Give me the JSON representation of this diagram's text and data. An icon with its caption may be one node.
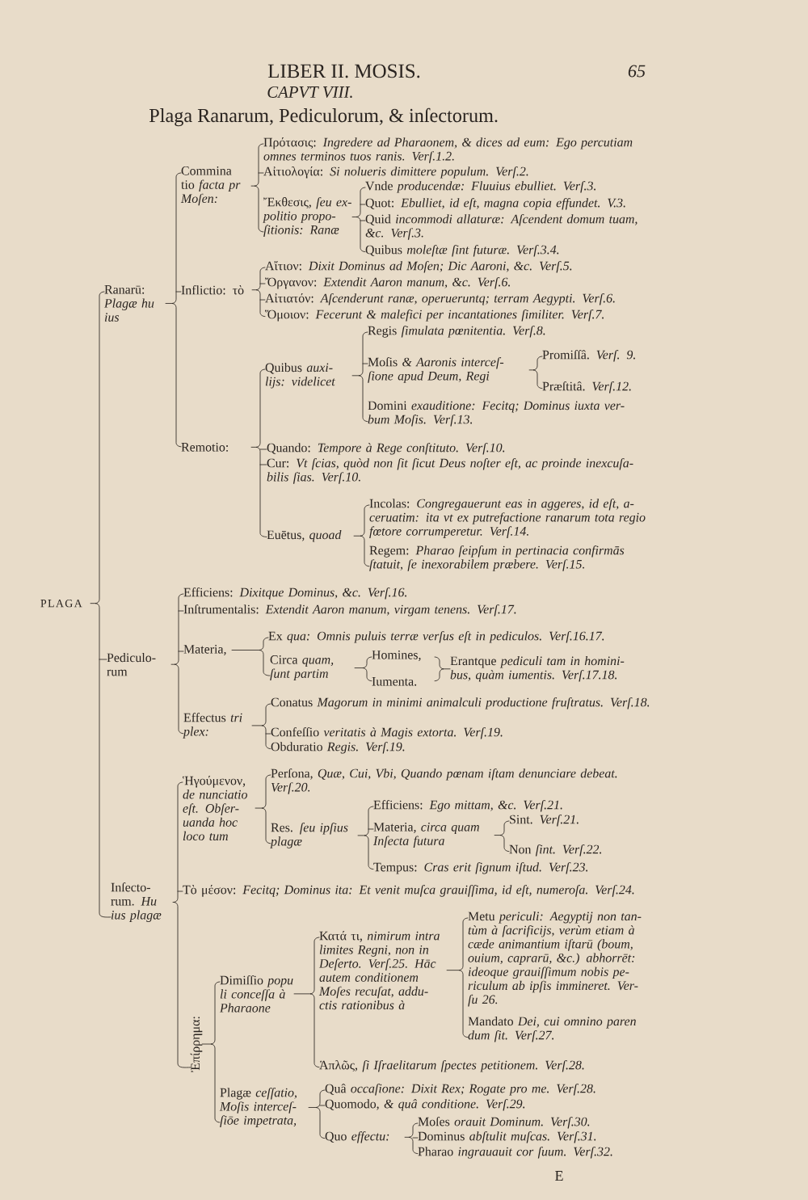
{
  "diagram": {
    "title": "Plaga Ranarum, Pediculorum, & inſectorum.",
    "nodes": [
      {
        "text": [
          "PLAGA"
        ]
      },
      {
        "text": [
          "Ranarū: *Plagæ hu ius*"
        ]
      },
      {
        "text": [
          "Commina tio *facta pr Moſen:*"
        ]
      },
      {
        "text": [
          "Πρότασις: *Ingredere ad Pharaonem, & dices ad eum: Ego percutiam omnes terminos tuos ranis. Verſ.1.2.*"
        ]
      },
      {
        "text": [
          "Αἰτιολογία: *Si nolueris dimittere populum. Verſ.2.*"
        ]
      },
      {
        "text": [
          "Ἔκθεσις, *ſeu ex- politio propo- ſitionis: Ranæ*"
        ]
      },
      {
        "text": [
          "Vnde *producendæ: Fluuius ebulliet. Verſ.3.*"
        ]
      },
      {
        "text": [
          "Quot: *Ebulliet, id eſt, magna copia effundet. V.3.*"
        ]
      },
      {
        "text": [
          "Quid *incommodi allaturæ: Aſcendent domum tuam, &c. Verſ.3.*"
        ]
      },
      {
        "text": [
          "Quibus *moleſtæ ſint futuræ. Verſ.3.4.*"
        ]
      },
      {
        "text": [
          "Inflictio: τὸ"
        ]
      },
      {
        "text": [
          "Αἴτιον: *Dixit Dominus ad Moſen; Dic Aaroni, &c. Verſ.5.*"
        ]
      },
      {
        "text": [
          "Ὄργανον: *Extendit Aaron manum, &c. Verſ.6.*"
        ]
      },
      {
        "text": [
          "Αἰτιατόν: *Aſcenderunt ranæ, operueruntq; terram Aegypti. Verſ.6.*"
        ]
      },
      {
        "text": [
          "Ὅμοιον: *Fecerunt & malefici per incantationes ſimiliter. Verſ.7.*"
        ]
      },
      {
        "text": [
          "Remotio:"
        ]
      },
      {
        "text": [
          "Quibus *auxi- lijs: videlicet*"
        ]
      },
      {
        "text": [
          "Regis *ſimulata pœnitentia. Verſ.8.*"
        ]
      },
      {
        "text": [
          "Moſis *& Aaronis interceſ- ſione apud Deum, Regi*"
        ]
      },
      {
        "text": [
          "Promiſſâ. *Verſ. 9.*"
        ]
      },
      {
        "text": [
          "Præſtitâ. *Verſ.12.*"
        ]
      },
      {
        "text": [
          "Domini *exauditione: Fecitq; Dominus iuxta ver- bum Moſis. Verſ.13.*"
        ]
      },
      {
        "text": [
          "Quando: *Tempore à Rege conſtituto. Verſ.10.*"
        ]
      },
      {
        "text": [
          "Cur: *Vt ſcias, quòd non ſit ſicut Deus noſter eſt, ac proinde inexcuſa- bilis ſias. Verſ.10.*"
        ]
      },
      {
        "text": [
          "Euētus, *quoad*"
        ]
      },
      {
        "text": [
          "Incolas: *Congregauerunt eas in aggeres, id eſt, a- ceruatim: ita vt ex putrefactione ranarum tota regio fœtore corrumperetur. Verſ.14.*"
        ]
      },
      {
        "text": [
          "Regem: *Pharao ſeipſum in pertinacia confirmās ſtatuit, ſe inexorabilem præbere. Verſ.15.*"
        ]
      },
      {
        "text": [
          "Pediculo- rum"
        ]
      },
      {
        "text": [
          "Efficiens: *Dixitque Dominus, &c. Verſ.16.*"
        ]
      },
      {
        "text": [
          "Inſtrumentalis: *Extendit Aaron manum, virgam tenens. Verſ.17.*"
        ]
      },
      {
        "text": [
          "Materia,"
        ]
      },
      {
        "text": [
          "Ex *qua: Omnis puluis terræ verſus eſt in pediculos. Verſ.16.17.*"
        ]
      },
      {
        "text": [
          "Circa *quam, ſunt partim*"
        ]
      },
      {
        "text": [
          "Homines,"
        ]
      },
      {
        "text": [
          "Iumenta."
        ]
      },
      {
        "text": [
          "Erantque *pediculi tam in homini- bus, quàm iumentis. Verſ.17.18.*"
        ]
      },
      {
        "text": [
          "Effectus *tri plex:*"
        ]
      },
      {
        "text": [
          "Conatus *Magorum in minimi animalculi productione fruſtratus. Verſ.18.*"
        ]
      },
      {
        "text": [
          "Confeſſio *veritatis à Magis extorta. Verſ.19.*"
        ]
      },
      {
        "text": [
          "Obduratio *Regis. Verſ.19.*"
        ]
      },
      {
        "text": [
          "Inſecto- rum. *Hu ius plagæ*"
        ]
      },
      {
        "text": [
          "Ἡγούμενον, *de nunciatio eſt. Obſer- uanda hoc loco tum*"
        ]
      },
      {
        "text": [
          "Perſona, *Quæ, Cui, Vbi, Quando pœnam iſtam denunciare debeat. Verſ.20.*"
        ]
      },
      {
        "text": [
          "Res. *ſeu ipſius plagæ*"
        ]
      },
      {
        "text": [
          "Efficiens: *Ego mittam, &c. Verſ.21.*"
        ]
      },
      {
        "text": [
          "Materia, *circa quam Inſecta futura*"
        ]
      },
      {
        "text": [
          "Sint. *Verſ.21.*"
        ]
      },
      {
        "text": [
          "Non *ſint. Verſ.22.*"
        ]
      },
      {
        "text": [
          "Tempus: *Cras erit ſignum iſtud. Verſ.23.*"
        ]
      },
      {
        "text": [
          "Τὸ μέσον: *Fecitq; Dominus ita: Et venit muſca grauiſſima, id eſt, numeroſa. Verſ.24.*"
        ]
      },
      {
        "text": [
          "Ἐπίρρημα:"
        ]
      },
      {
        "text": [
          "Dimiſſio *popu li conceſſa à Pharaone*"
        ]
      },
      {
        "text": [
          "Κατά τι, *nimirum intra limites Regni, non in Deſerto. Verſ.25. Hāc autem conditionem Moſes recuſat, addu- ctis rationibus à*"
        ]
      },
      {
        "text": [
          "Metu *periculi: Aegyptij non tan- tùm à ſacrificijs, verùm etiam à cæde animantium iſtarū (boum, ouium, caprarū, &c.) abhorrēt: ideoque grauiſſimum nobis pe- riculum ab ipſis immineret. Ver- ſu 26.*"
        ]
      },
      {
        "text": [
          "Mandato *Dei, cui omnino paren dum ſit. Verſ.27.*"
        ]
      },
      {
        "text": [
          "Ἁπλῶς, *ſi Iſraelitarum ſpectes petitionem. Verſ.28.*"
        ]
      },
      {
        "text": [
          "Plagæ *ceſſatio, Moſis interceſ- ſiōe impetrata,*"
        ]
      },
      {
        "text": [
          "Quâ *occaſione: Dixit Rex; Rogate pro me. Verſ.28.*"
        ]
      },
      {
        "text": [
          "Quomodo, *& quâ conditione. Verſ.29.*"
        ]
      },
      {
        "text": [
          "Quo *effectu:*"
        ]
      },
      {
        "text": [
          "Moſes *orauit Dominum. Verſ.30.*"
        ]
      },
      {
        "text": [
          "Dominus *abſtulit muſcas. Verſ.31.*"
        ]
      },
      {
        "text": [
          "Pharao *ingrauauit cor ſuum. Verſ.32.*"
        ]
      }
    ],
    "edges": [
      {
        "from": 0,
        "to": 1,
        "arrow": "none"
      },
      {
        "from": 0,
        "to": 27,
        "arrow": "none"
      },
      {
        "from": 0,
        "to": 40,
        "arrow": "none"
      },
      {
        "from": 1,
        "to": 2,
        "arrow": "none"
      },
      {
        "from": 1,
        "to": 10,
        "arrow": "none"
      },
      {
        "from": 1,
        "to": 15,
        "arrow": "none"
      },
      {
        "from": 2,
        "to": 3,
        "arrow": "none"
      },
      {
        "from": 2,
        "to": 4,
        "arrow": "none"
      },
      {
        "from": 2,
        "to": 5,
        "arrow": "none"
      },
      {
        "from": 5,
        "to": 6,
        "arrow": "none"
      },
      {
        "from": 5,
        "to": 7,
        "arrow": "none"
      },
      {
        "from": 5,
        "to": 8,
        "arrow": "none"
      },
      {
        "from": 5,
        "to": 9,
        "arrow": "none"
      },
      {
        "from": 10,
        "to": 11,
        "arrow": "none"
      },
      {
        "from": 10,
        "to": 12,
        "arrow": "none"
      },
      {
        "from": 10,
        "to": 13,
        "arrow": "none"
      },
      {
        "from": 10,
        "to": 14,
        "arrow": "none"
      },
      {
        "from": 15,
        "to": 16,
        "arrow": "none"
      },
      {
        "from": 15,
        "to": 22,
        "arrow": "none"
      },
      {
        "from": 15,
        "to": 23,
        "arrow": "none"
      },
      {
        "from": 15,
        "to": 24,
        "arrow": "none"
      },
      {
        "from": 16,
        "to": 17,
        "arrow": "none"
      },
      {
        "from": 16,
        "to": 18,
        "arrow": "none"
      },
      {
        "from": 16,
        "to": 21,
        "arrow": "none"
      },
      {
        "from": 18,
        "to": 19,
        "arrow": "none"
      },
      {
        "from": 18,
        "to": 20,
        "arrow": "none"
      },
      {
        "from": 24,
        "to": 25,
        "arrow": "none"
      },
      {
        "from": 24,
        "to": 26,
        "arrow": "none"
      },
      {
        "from": 27,
        "to": 28,
        "arrow": "none"
      },
      {
        "from": 27,
        "to": 29,
        "arrow": "none"
      },
      {
        "from": 27,
        "to": 30,
        "arrow": "none"
      },
      {
        "from": 27,
        "to": 36,
        "arrow": "none"
      },
      {
        "from": 30,
        "to": 31,
        "arrow": "none"
      },
      {
        "from": 30,
        "to": 32,
        "arrow": "none"
      },
      {
        "from": 32,
        "to": 33,
        "arrow": "none"
      },
      {
        "from": 32,
        "to": 34,
        "arrow": "none"
      },
      {
        "from": 33,
        "to": 35,
        "arrow": "none"
      },
      {
        "from": 34,
        "to": 35,
        "arrow": "none"
      },
      {
        "from": 36,
        "to": 37,
        "arrow": "none"
      },
      {
        "from": 36,
        "to": 38,
        "arrow": "none"
      },
      {
        "from": 36,
        "to": 39,
        "arrow": "none"
      },
      {
        "from": 40,
        "to": 41,
        "arrow": "none"
      },
      {
        "from": 40,
        "to": 49,
        "arrow": "none"
      },
      {
        "from": 40,
        "to": 50,
        "arrow": "none"
      },
      {
        "from": 41,
        "to": 42,
        "arrow": "none"
      },
      {
        "from": 41,
        "to": 43,
        "arrow": "none"
      },
      {
        "from": 43,
        "to": 44,
        "arrow": "none"
      },
      {
        "from": 43,
        "to": 45,
        "arrow": "none"
      },
      {
        "from": 43,
        "to": 48,
        "arrow": "none"
      },
      {
        "from": 45,
        "to": 46,
        "arrow": "none"
      },
      {
        "from": 45,
        "to": 47,
        "arrow": "none"
      },
      {
        "from": 50,
        "to": 51,
        "arrow": "none"
      },
      {
        "from": 50,
        "to": 56,
        "arrow": "none"
      },
      {
        "from": 51,
        "to": 52,
        "arrow": "none"
      },
      {
        "from": 51,
        "to": 55,
        "arrow": "none"
      },
      {
        "from": 52,
        "to": 53,
        "arrow": "none"
      },
      {
        "from": 52,
        "to": 54,
        "arrow": "none"
      },
      {
        "from": 56,
        "to": 57,
        "arrow": "none"
      },
      {
        "from": 56,
        "to": 58,
        "arrow": "none"
      },
      {
        "from": 56,
        "to": 59,
        "arrow": "none"
      },
      {
        "from": 59,
        "to": 60,
        "arrow": "none"
      },
      {
        "from": 59,
        "to": 61,
        "arrow": "none"
      },
      {
        "from": 59,
        "to": 62,
        "arrow": "none"
      }
    ],
    "labels": [
      "LIBER II. MOSIS.",
      "65",
      "CAPVT VIII.",
      "E"
    ]
  }
}
